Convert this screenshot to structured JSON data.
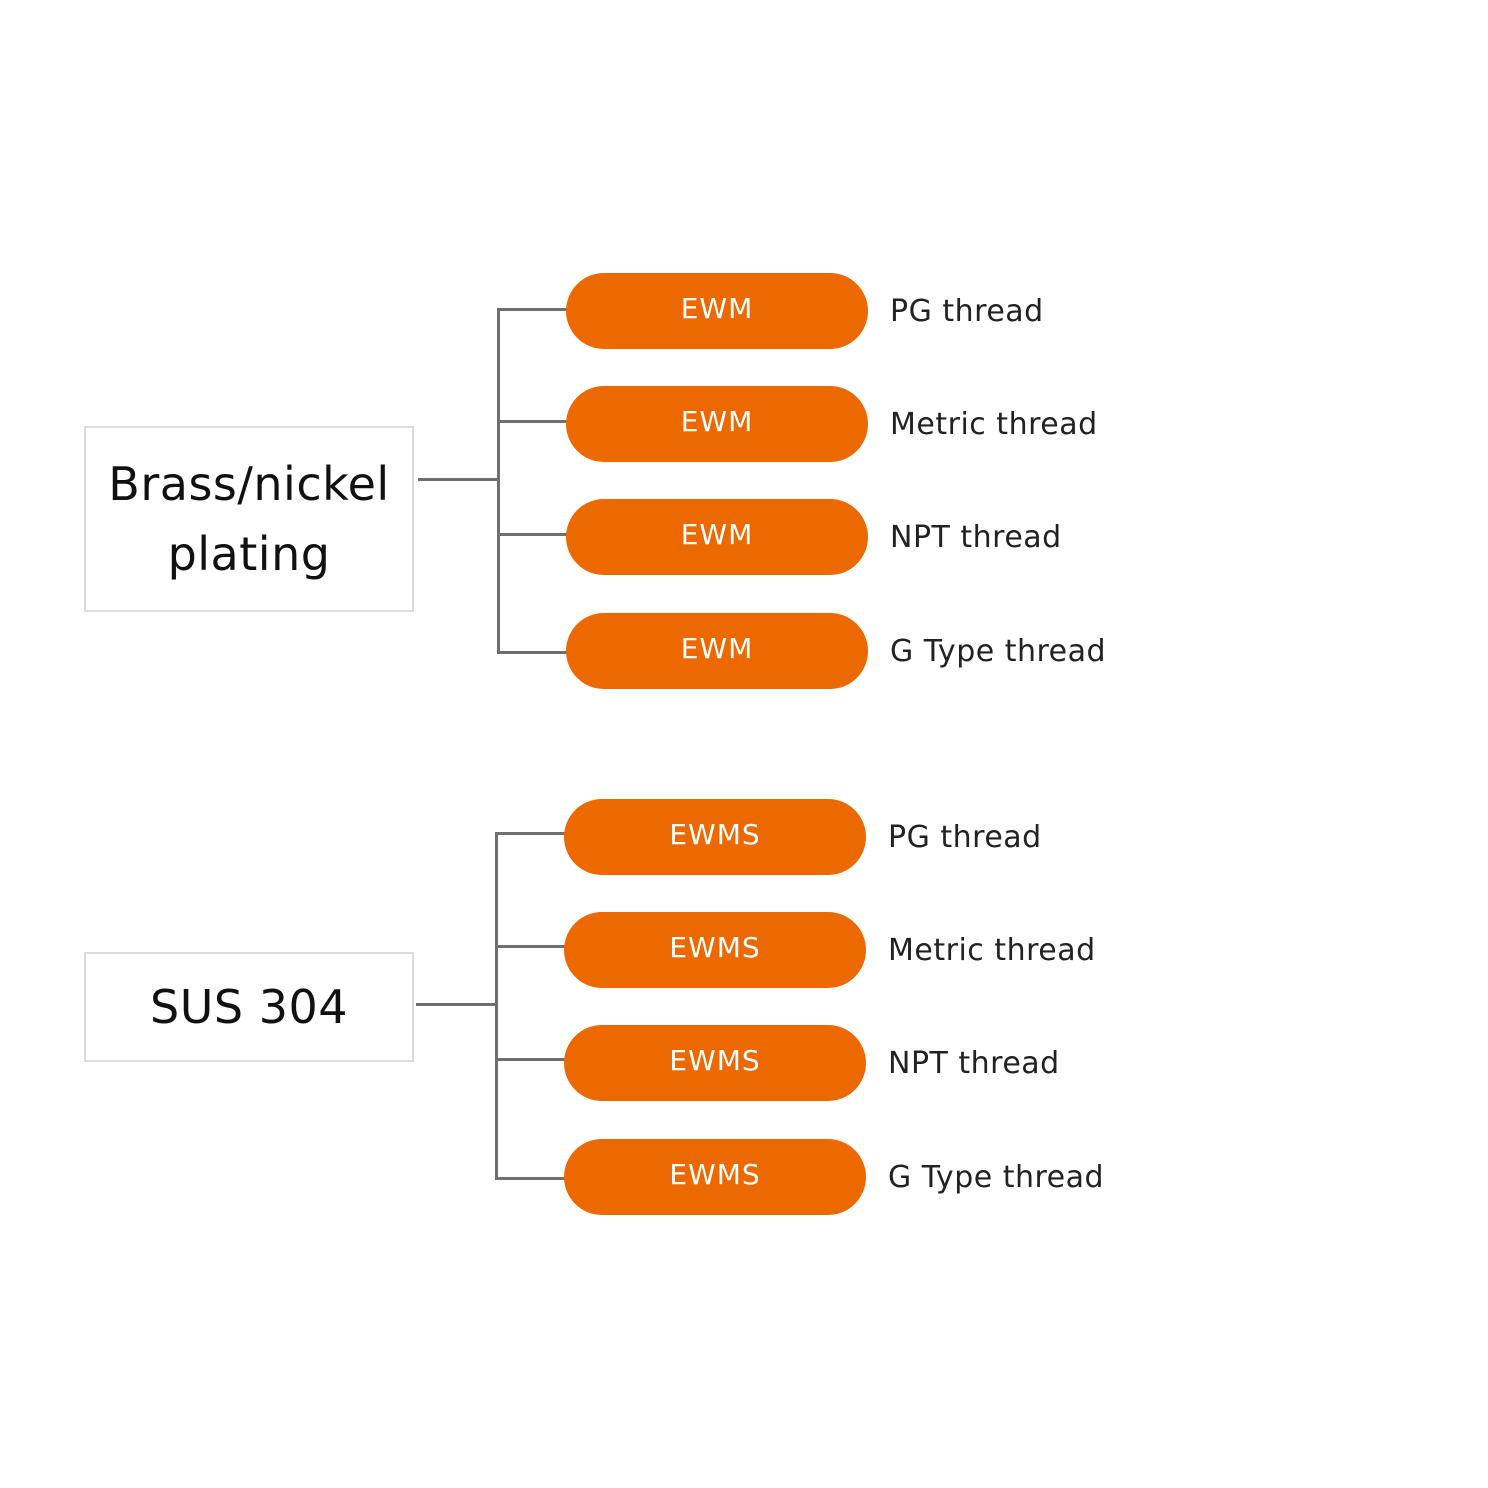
{
  "groups": [
    {
      "material": "Brass/nickel plating",
      "items": [
        {
          "code": "EWM",
          "thread": "PG thread"
        },
        {
          "code": "EWM",
          "thread": "Metric thread"
        },
        {
          "code": "EWM",
          "thread": "NPT thread"
        },
        {
          "code": "EWM",
          "thread": "G Type thread"
        }
      ]
    },
    {
      "material": "SUS 304",
      "items": [
        {
          "code": "EWMS",
          "thread": "PG thread"
        },
        {
          "code": "EWMS",
          "thread": "Metric thread"
        },
        {
          "code": "EWMS",
          "thread": "NPT thread"
        },
        {
          "code": "EWMS",
          "thread": "G Type thread"
        }
      ]
    }
  ],
  "colors": {
    "pill": "#ec6800",
    "connector": "#6f6f6f",
    "box_border": "#dcdcdc"
  }
}
